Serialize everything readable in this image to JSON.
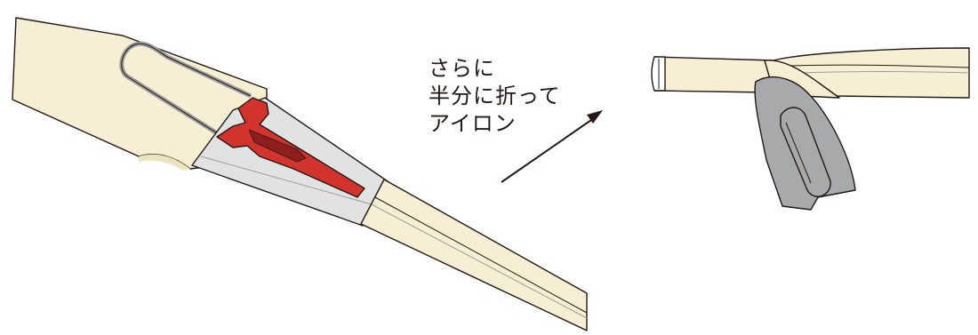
{
  "instruction": {
    "lines": [
      "さらに",
      "半分に折って",
      "アイロン"
    ]
  },
  "colors": {
    "tape": "#f6efd4",
    "outline": "#231815",
    "tool_red": "#d2332d",
    "tool_dark_red": "#8e1f1c",
    "tool_metal": "#e2e2e2",
    "iron_gray": "#a8a9ab"
  }
}
